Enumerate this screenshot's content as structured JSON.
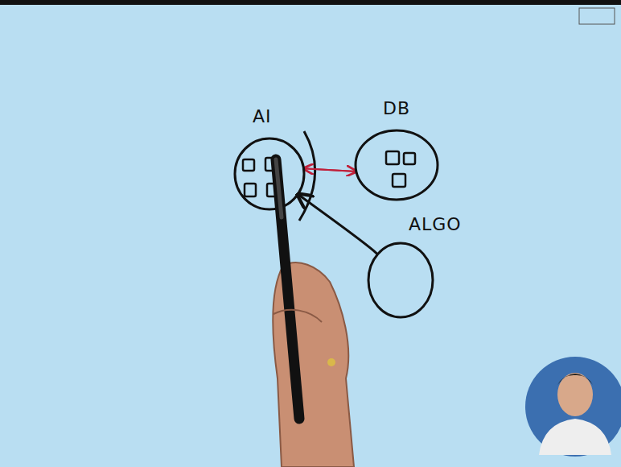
{
  "diagram": {
    "nodes": [
      {
        "text": [
          "AI"
        ]
      },
      {
        "text": [
          "DB"
        ]
      },
      {
        "text": [
          "ALGO"
        ]
      }
    ],
    "edges": [
      {
        "from": 0,
        "to": 1,
        "arrow": "to"
      },
      {
        "from": 1,
        "to": 0,
        "arrow": "to"
      },
      {
        "from": 2,
        "to": 0,
        "arrow": "to"
      }
    ]
  }
}
